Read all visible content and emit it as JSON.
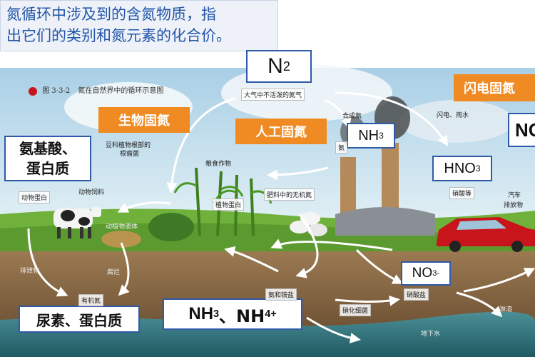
{
  "title": {
    "line1": "氮循环中涉及到的含氮物质，指",
    "line2": "出它们的类别和氮元素的化合价。"
  },
  "caption": {
    "fig_no": "图 3-3-2",
    "text": "氮在自然界中的循环示意图"
  },
  "highlight_boxes": {
    "n2": "N",
    "n2_sub": "2",
    "nh3": "NH",
    "nh3_sub": "3",
    "hno3": "HNO",
    "hno3_sub": "3",
    "no3_main": "NO",
    "no3_sub": "3",
    "no3_sup": "-",
    "amino_l1": "氨基酸、",
    "amino_l2": "蛋白质",
    "urea": "尿素、蛋白质",
    "nh34_a": "NH",
    "nh34_a_sub": "3",
    "nh34_mid": "、NH",
    "nh34_b_sub": "4",
    "nh34_b_sup": "+",
    "no_cut": "NO"
  },
  "orange_labels": {
    "bio": "生物固氮",
    "artificial": "人工固氮",
    "lightning": "闪电固氮"
  },
  "small_labels": {
    "atmosphere": "大气中不活泼的氮气",
    "synthetic": "合成氨",
    "lightning_rain": "闪电、雨水",
    "ammonia_small": "氨",
    "nitrate_etc": "硝酸等",
    "car_exhaust_1": "汽车",
    "car_exhaust_2": "排放物",
    "legume_1": "豆科植物根部的",
    "legume_2": "根瘤菌",
    "crops": "粮食作物",
    "fertilizer": "肥料中的无机氮",
    "plant_protein": "植物蛋白",
    "animal_protein": "动物蛋白",
    "feed": "动物饲料",
    "remains": "动植物遗体",
    "excreta": "排泄物",
    "decay": "腐烂",
    "organic_n": "有机氮",
    "ammonium": "氨和铵盐",
    "nitrification": "硝化细菌",
    "nitrate": "硝酸盐",
    "leaching": "淋溶",
    "groundwater": "地下水"
  },
  "colors": {
    "title_text": "#2255aa",
    "box_border": "#2f5aa8",
    "orange": "#f08a22",
    "sky": "#cfe6f2",
    "grass": "#6fb13a",
    "soil": "#8a6a45",
    "water": "#3b7f86"
  }
}
